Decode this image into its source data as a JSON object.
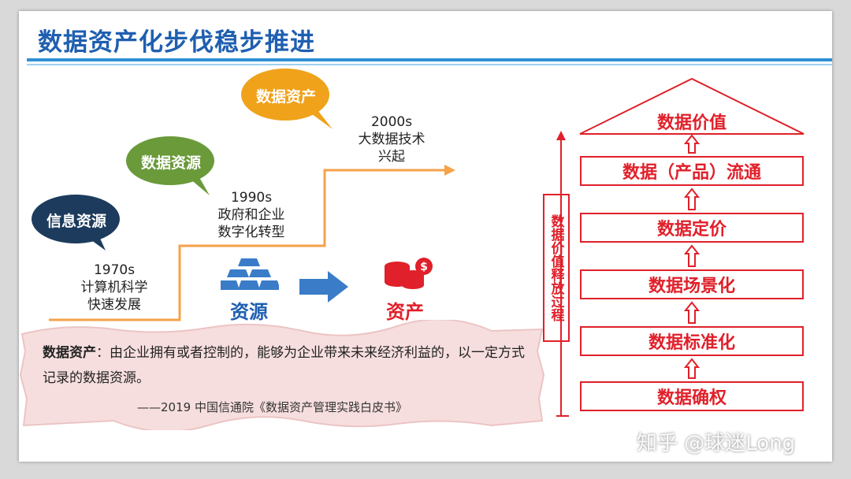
{
  "title": "数据资产化步伐稳步推进",
  "bubbles": [
    {
      "label": "信息资源",
      "color": "#1d3b5c"
    },
    {
      "label": "数据资源",
      "color": "#6a9a3a"
    },
    {
      "label": "数据资产",
      "color": "#f0a21a"
    }
  ],
  "eras": [
    {
      "year": "1970s",
      "line1": "计算机科学",
      "line2": "快速发展"
    },
    {
      "year": "1990s",
      "line1": "政府和企业",
      "line2": "数字化转型"
    },
    {
      "year": "2000s",
      "line1": "大数据技术",
      "line2": "兴起"
    }
  ],
  "resource_label": "资源",
  "asset_label": "资产",
  "definition": {
    "term": "数据资产",
    "text": "：由企业拥有或者控制的，能够为企业带来未来经济利益的，以一定方式记录的数据资源。",
    "source": "——2019 中国信通院《数据资产管理实践白皮书》"
  },
  "pyramid": {
    "roof": "数据价值",
    "levels": [
      "数据（产品）流通",
      "数据定价",
      "数据场景化",
      "数据标准化",
      "数据确权"
    ],
    "side_label": "数据价值释放过程"
  },
  "watermark": "知乎 @球迷Long",
  "colors": {
    "title": "#1f5fb0",
    "accent_red": "#e0202a",
    "arrow_orange": "#f5a24a",
    "arrow_blue": "#3a7cc8"
  }
}
